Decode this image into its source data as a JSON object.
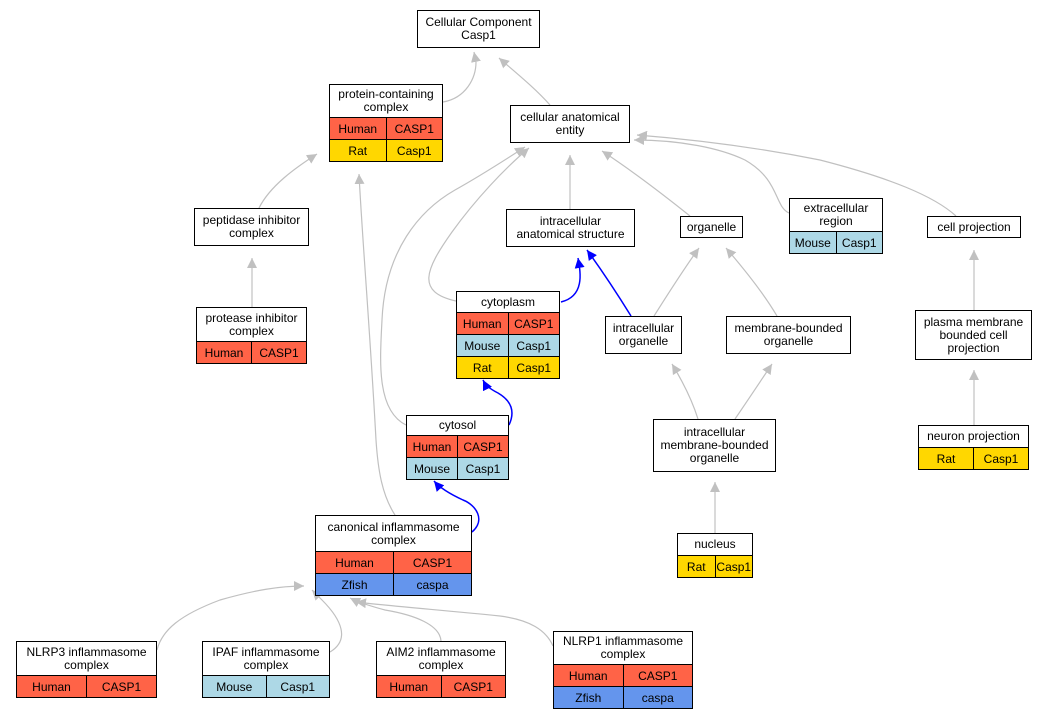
{
  "colors": {
    "Human": "#FF6347",
    "Rat": "#FFD700",
    "Mouse": "#ADD8E6",
    "Zfish": "#6495ED",
    "edge_gray": "#C0C0C0",
    "edge_blue": "#0000FF"
  },
  "nodes": [
    {
      "id": "cellular-component",
      "title": "Cellular Component\nCasp1",
      "orthologs": []
    },
    {
      "id": "protein-containing-complex",
      "title": "protein-containing\ncomplex",
      "orthologs": [
        {
          "species": "Human",
          "gene": "CASP1"
        },
        {
          "species": "Rat",
          "gene": "Casp1"
        }
      ]
    },
    {
      "id": "cellular-anatomical-entity",
      "title": "cellular anatomical\nentity",
      "orthologs": []
    },
    {
      "id": "peptidase-inhibitor-complex",
      "title": "peptidase inhibitor\ncomplex",
      "orthologs": []
    },
    {
      "id": "intracellular-anatomical-structure",
      "title": "intracellular\nanatomical structure",
      "orthologs": []
    },
    {
      "id": "organelle",
      "title": "organelle",
      "orthologs": []
    },
    {
      "id": "extracellular-region",
      "title": "extracellular\nregion",
      "orthologs": [
        {
          "species": "Mouse",
          "gene": "Casp1"
        }
      ]
    },
    {
      "id": "cell-projection",
      "title": "cell projection",
      "orthologs": []
    },
    {
      "id": "protease-inhibitor-complex",
      "title": "protease inhibitor\ncomplex",
      "orthologs": [
        {
          "species": "Human",
          "gene": "CASP1"
        }
      ]
    },
    {
      "id": "cytoplasm",
      "title": "cytoplasm",
      "orthologs": [
        {
          "species": "Human",
          "gene": "CASP1"
        },
        {
          "species": "Mouse",
          "gene": "Casp1"
        },
        {
          "species": "Rat",
          "gene": "Casp1"
        }
      ]
    },
    {
      "id": "intracellular-organelle",
      "title": "intracellular\norganelle",
      "orthologs": []
    },
    {
      "id": "membrane-bounded-organelle",
      "title": "membrane-bounded\norganelle",
      "orthologs": []
    },
    {
      "id": "plasma-membrane-bounded-cell-projection",
      "title": "plasma membrane\nbounded cell\nprojection",
      "orthologs": []
    },
    {
      "id": "cytosol",
      "title": "cytosol",
      "orthologs": [
        {
          "species": "Human",
          "gene": "CASP1"
        },
        {
          "species": "Mouse",
          "gene": "Casp1"
        }
      ]
    },
    {
      "id": "intracellular-membrane-bounded-organelle",
      "title": "intracellular\nmembrane-bounded\norganelle",
      "orthologs": []
    },
    {
      "id": "neuron-projection",
      "title": "neuron projection",
      "orthologs": [
        {
          "species": "Rat",
          "gene": "Casp1"
        }
      ]
    },
    {
      "id": "canonical-inflammasome-complex",
      "title": "canonical inflammasome\ncomplex",
      "orthologs": [
        {
          "species": "Human",
          "gene": "CASP1"
        },
        {
          "species": "Zfish",
          "gene": "caspa"
        }
      ]
    },
    {
      "id": "nucleus",
      "title": "nucleus",
      "orthologs": [
        {
          "species": "Rat",
          "gene": "Casp1"
        }
      ]
    },
    {
      "id": "nlrp3-inflammasome-complex",
      "title": "NLRP3 inflammasome\ncomplex",
      "orthologs": [
        {
          "species": "Human",
          "gene": "CASP1"
        }
      ]
    },
    {
      "id": "ipaf-inflammasome-complex",
      "title": "IPAF inflammasome\ncomplex",
      "orthologs": [
        {
          "species": "Mouse",
          "gene": "Casp1"
        }
      ]
    },
    {
      "id": "aim2-inflammasome-complex",
      "title": "AIM2 inflammasome\ncomplex",
      "orthologs": [
        {
          "species": "Human",
          "gene": "CASP1"
        }
      ]
    },
    {
      "id": "nlrp1-inflammasome-complex",
      "title": "NLRP1 inflammasome\ncomplex",
      "orthologs": [
        {
          "species": "Human",
          "gene": "CASP1"
        },
        {
          "species": "Zfish",
          "gene": "caspa"
        }
      ]
    }
  ],
  "edges": [
    {
      "from": "protein-containing-complex",
      "to": "cellular-component",
      "style": "is_a"
    },
    {
      "from": "cellular-anatomical-entity",
      "to": "cellular-component",
      "style": "is_a"
    },
    {
      "from": "peptidase-inhibitor-complex",
      "to": "protein-containing-complex",
      "style": "is_a"
    },
    {
      "from": "protease-inhibitor-complex",
      "to": "peptidase-inhibitor-complex",
      "style": "is_a"
    },
    {
      "from": "canonical-inflammasome-complex",
      "to": "protein-containing-complex",
      "style": "is_a"
    },
    {
      "from": "intracellular-anatomical-structure",
      "to": "cellular-anatomical-entity",
      "style": "is_a"
    },
    {
      "from": "organelle",
      "to": "cellular-anatomical-entity",
      "style": "is_a"
    },
    {
      "from": "extracellular-region",
      "to": "cellular-anatomical-entity",
      "style": "is_a"
    },
    {
      "from": "cell-projection",
      "to": "cellular-anatomical-entity",
      "style": "is_a"
    },
    {
      "from": "cytoplasm",
      "to": "cellular-anatomical-entity",
      "style": "is_a"
    },
    {
      "from": "cytosol",
      "to": "cellular-anatomical-entity",
      "style": "is_a"
    },
    {
      "from": "cytoplasm",
      "to": "intracellular-anatomical-structure",
      "style": "part_of"
    },
    {
      "from": "intracellular-organelle",
      "to": "intracellular-anatomical-structure",
      "style": "part_of"
    },
    {
      "from": "intracellular-organelle",
      "to": "organelle",
      "style": "is_a"
    },
    {
      "from": "membrane-bounded-organelle",
      "to": "organelle",
      "style": "is_a"
    },
    {
      "from": "plasma-membrane-bounded-cell-projection",
      "to": "cell-projection",
      "style": "is_a"
    },
    {
      "from": "neuron-projection",
      "to": "plasma-membrane-bounded-cell-projection",
      "style": "is_a"
    },
    {
      "from": "cytosol",
      "to": "cytoplasm",
      "style": "part_of"
    },
    {
      "from": "intracellular-membrane-bounded-organelle",
      "to": "intracellular-organelle",
      "style": "is_a"
    },
    {
      "from": "intracellular-membrane-bounded-organelle",
      "to": "membrane-bounded-organelle",
      "style": "is_a"
    },
    {
      "from": "nucleus",
      "to": "intracellular-membrane-bounded-organelle",
      "style": "is_a"
    },
    {
      "from": "canonical-inflammasome-complex",
      "to": "cytosol",
      "style": "part_of"
    },
    {
      "from": "nlrp3-inflammasome-complex",
      "to": "canonical-inflammasome-complex",
      "style": "is_a"
    },
    {
      "from": "ipaf-inflammasome-complex",
      "to": "canonical-inflammasome-complex",
      "style": "is_a"
    },
    {
      "from": "aim2-inflammasome-complex",
      "to": "canonical-inflammasome-complex",
      "style": "is_a"
    },
    {
      "from": "nlrp1-inflammasome-complex",
      "to": "canonical-inflammasome-complex",
      "style": "is_a"
    }
  ]
}
